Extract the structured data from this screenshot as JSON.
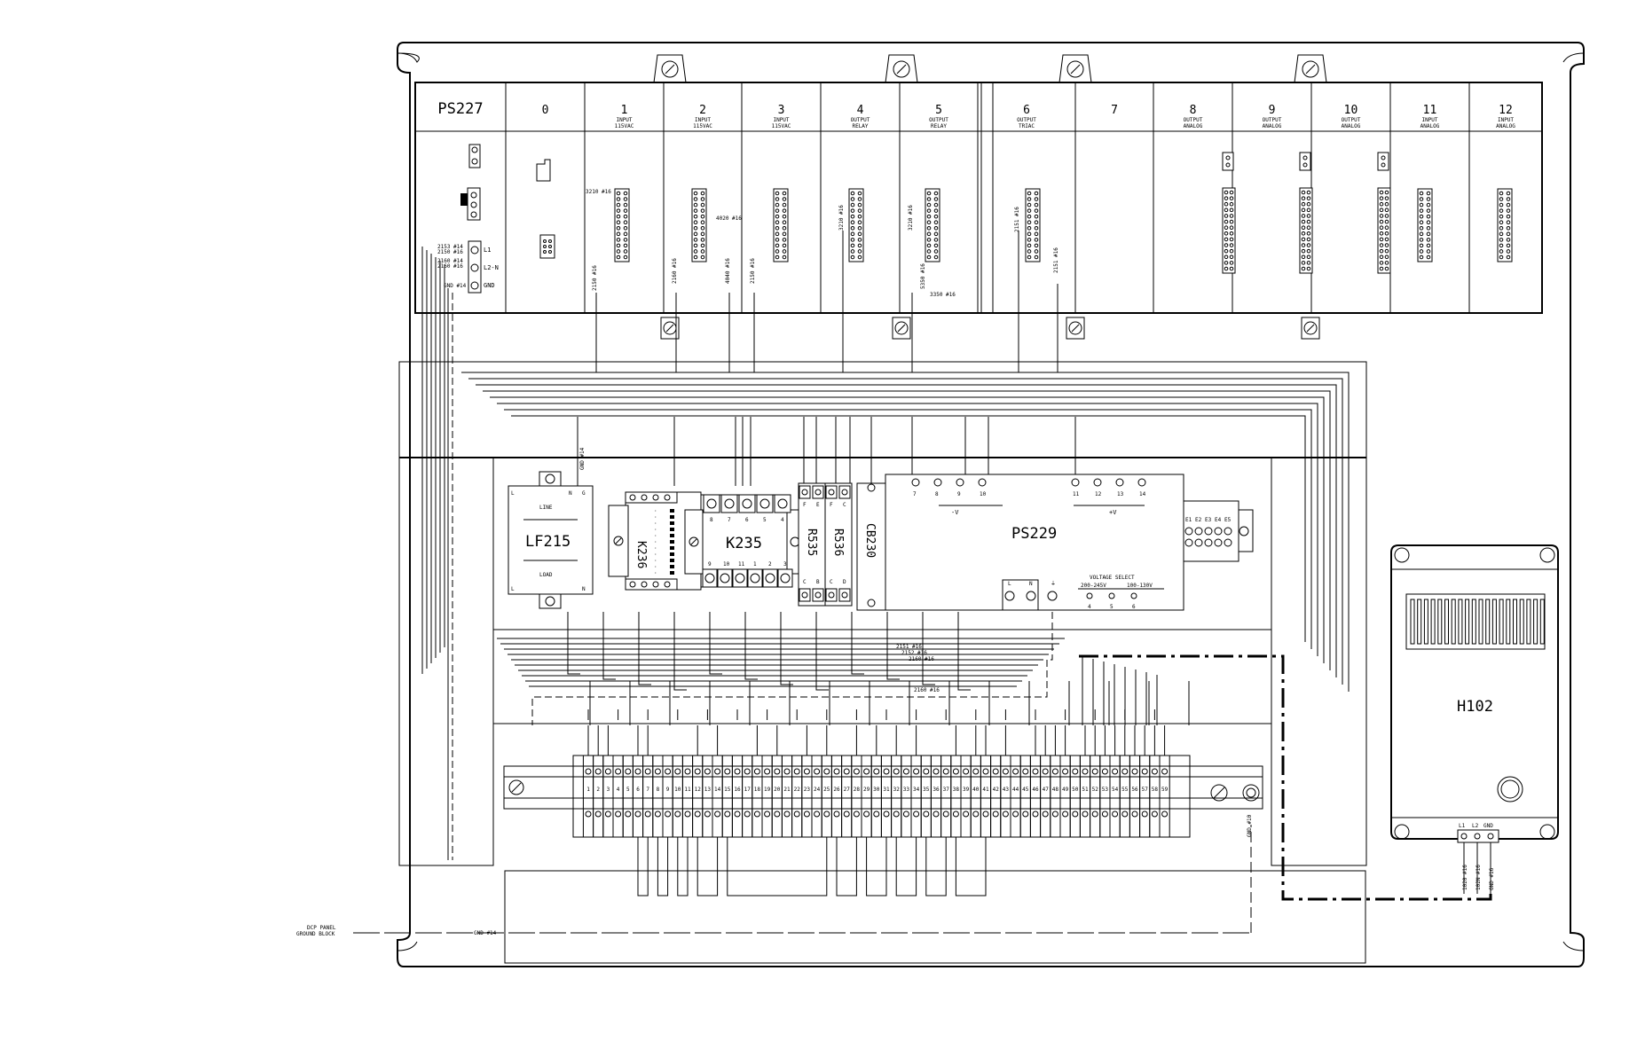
{
  "diagram": {
    "slots": [
      {
        "num": "PS227",
        "desc": ""
      },
      {
        "num": "0",
        "desc": ""
      },
      {
        "num": "1",
        "desc": "INPUT 115VAC"
      },
      {
        "num": "2",
        "desc": "INPUT 115VAC"
      },
      {
        "num": "3",
        "desc": "INPUT 115VAC"
      },
      {
        "num": "4",
        "desc": "OUTPUT RELAY"
      },
      {
        "num": "5",
        "desc": "OUTPUT RELAY"
      },
      {
        "num": "6",
        "desc": "OUTPUT TRIAC"
      },
      {
        "num": "7",
        "desc": ""
      },
      {
        "num": "8",
        "desc": "OUTPUT ANALOG"
      },
      {
        "num": "9",
        "desc": "OUTPUT ANALOG"
      },
      {
        "num": "10",
        "desc": "OUTPUT ANALOG"
      },
      {
        "num": "11",
        "desc": "INPUT ANALOG"
      },
      {
        "num": "12",
        "desc": "INPUT ANALOG"
      }
    ],
    "ps227_terminals": [
      "L1",
      "L2-N",
      "GND"
    ],
    "ps227_wires": [
      "2153 #14",
      "2150 #16",
      "2160 #14",
      "2160 #16",
      "GND #14"
    ],
    "lf215": {
      "name": "LF215",
      "line": "LINE",
      "load": "LOAD",
      "l": "L",
      "n": "N",
      "g": "G",
      "gnd_wire": "GND #14"
    },
    "k236": {
      "name": "K236"
    },
    "k235": {
      "name": "K235",
      "top_pins": [
        "8",
        "7",
        "6",
        "5",
        "4"
      ],
      "bottom_pins": [
        "9",
        "10",
        "11",
        "1",
        "2",
        "3"
      ]
    },
    "r535": {
      "name": "R535",
      "top_pins": [
        "F",
        "E"
      ],
      "bottom_pins": [
        "C",
        "B"
      ]
    },
    "r536": {
      "name": "R536",
      "top_pins": [
        "F",
        "C"
      ],
      "bottom_pins": [
        "C",
        "D"
      ]
    },
    "cb230": {
      "name": "CB230"
    },
    "ps229": {
      "name": "PS229",
      "neg_label": "-V",
      "pos_label": "+V",
      "top_terminals": [
        "7",
        "8",
        "9",
        "10",
        "11",
        "12",
        "13",
        "14"
      ],
      "bottom_terminals": [
        "L",
        "N",
        "⏚"
      ],
      "voltage_select": "VOLTAGE SELECT",
      "range_a": "200-245V",
      "range_b": "100-130V",
      "select_pins": [
        "4",
        "5",
        "6"
      ],
      "side_pins": [
        "E1",
        "E2",
        "E3",
        "E4",
        "E5"
      ]
    },
    "h102": {
      "name": "H102",
      "terminals": [
        "L1",
        "L2",
        "GND"
      ],
      "wires": [
        "1020 #16",
        "102N #16",
        "GND #16"
      ]
    },
    "terminal_numbers": [
      "1",
      "2",
      "3",
      "4",
      "5",
      "6",
      "7",
      "8",
      "9",
      "10",
      "11",
      "12",
      "13",
      "14",
      "15",
      "16",
      "17",
      "18",
      "19",
      "20",
      "21",
      "22",
      "23",
      "24",
      "25",
      "26",
      "27",
      "28",
      "29",
      "30",
      "31",
      "32",
      "33",
      "34",
      "35",
      "36",
      "37",
      "38",
      "39",
      "40",
      "41",
      "42",
      "43",
      "44",
      "45",
      "46",
      "47",
      "48",
      "49",
      "50",
      "51",
      "52",
      "53",
      "54",
      "55",
      "56",
      "57",
      "58",
      "59"
    ],
    "wire_labels": {
      "slot1_top": "3210 #16",
      "slot1_bottom": "2150 #16",
      "slot2_a": "4020 #16",
      "slot2_b": "2160 #16",
      "slot2_c": "4040 #16",
      "slot3_bottom": "2150 #16",
      "slot4_top": "3210 #16",
      "slot5_top": "3210 #16",
      "slot5_mid": "5350 #16",
      "slot5_bottom": "3350 #16",
      "slot6_top": "2151 #16",
      "slot6_bottom": "2151 #16",
      "mid_a": "2151 #16",
      "mid_b": "2152 #16",
      "mid_c": "2160 #16",
      "mid_long": "2160 #16",
      "gnd_strip": "GND #10",
      "ground_wire": "GND #14"
    },
    "ground_note_line1": "DCP PANEL",
    "ground_note_line2": "GROUND BLOCK"
  },
  "colors": {
    "ink": "#000000",
    "paper": "#ffffff"
  }
}
